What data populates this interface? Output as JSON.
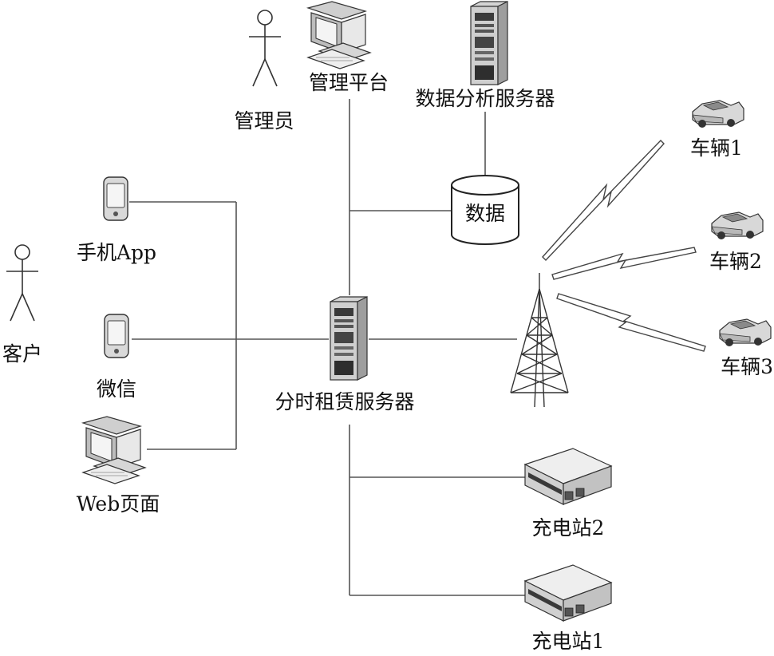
{
  "labels": {
    "admin": "管理员",
    "mgmt_platform": "管理平台",
    "analysis_server": "数据分析服务器",
    "data_store": "数据",
    "mobile_app": "手机App",
    "customer": "客户",
    "wechat": "微信",
    "web_page": "Web页面",
    "rental_server": "分时租赁服务器",
    "vehicle1": "车辆1",
    "vehicle2": "车辆2",
    "vehicle3": "车辆3",
    "station2": "充电站2",
    "station1": "充电站1"
  },
  "icons": {
    "person": "person-icon",
    "desktop": "desktop-computer-icon",
    "server": "server-tower-icon",
    "database": "database-cylinder-icon",
    "phone": "mobile-phone-icon",
    "car": "car-icon",
    "tower": "radio-tower-icon",
    "charger": "charging-station-icon",
    "signal": "lightning-signal-icon"
  },
  "colors": {
    "line": "#555555",
    "icon_fill": "#dcdcdc",
    "icon_dark": "#3a3a3a",
    "text": "#111111"
  }
}
